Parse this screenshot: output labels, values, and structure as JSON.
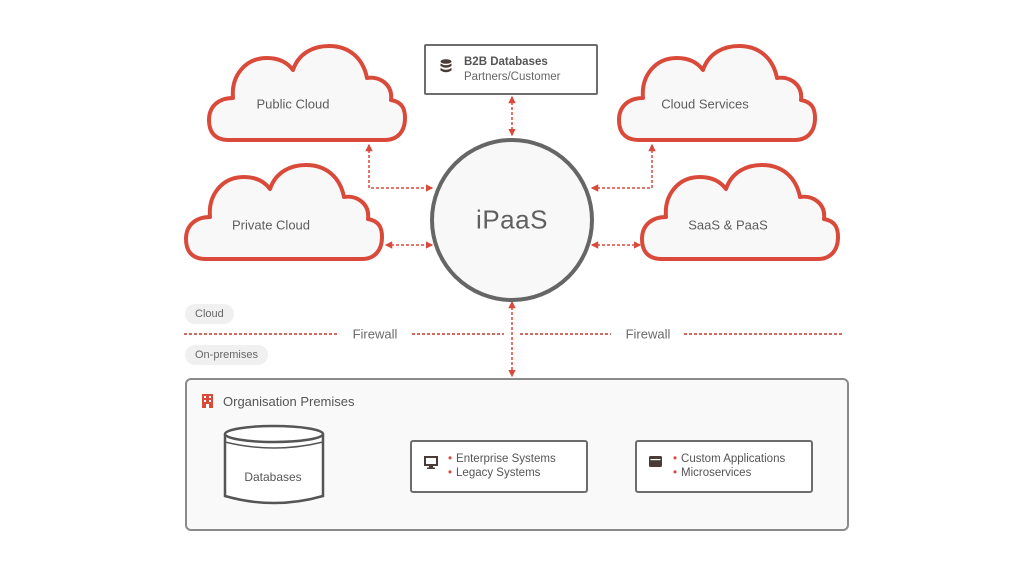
{
  "colors": {
    "accent": "#d94a3a",
    "cloud_fill": "#f8f8f8",
    "hub_stroke": "#666666",
    "text": "#5d5d5d"
  },
  "hub": {
    "label": "iPaaS"
  },
  "clouds": [
    {
      "id": "public-cloud",
      "label": "Public Cloud"
    },
    {
      "id": "private-cloud",
      "label": "Private Cloud"
    },
    {
      "id": "cloud-services",
      "label": "Cloud Services"
    },
    {
      "id": "saas-paas",
      "label": "SaaS & PaaS"
    }
  ],
  "b2b": {
    "icon": "database-icon",
    "title": "B2B Databases",
    "subtitle": "Partners/Customer"
  },
  "zones": {
    "cloud": "Cloud",
    "on_premises": "On-premises",
    "firewall_left": "Firewall",
    "firewall_right": "Firewall"
  },
  "premises": {
    "icon": "building-icon",
    "title": "Organisation Premises",
    "databases": {
      "label": "Databases"
    },
    "enterprise": {
      "icon": "monitor-icon",
      "items": [
        "Enterprise Systems",
        "Legacy Systems"
      ]
    },
    "custom": {
      "icon": "app-window-icon",
      "items": [
        "Custom Applications",
        "Microservices"
      ]
    }
  }
}
